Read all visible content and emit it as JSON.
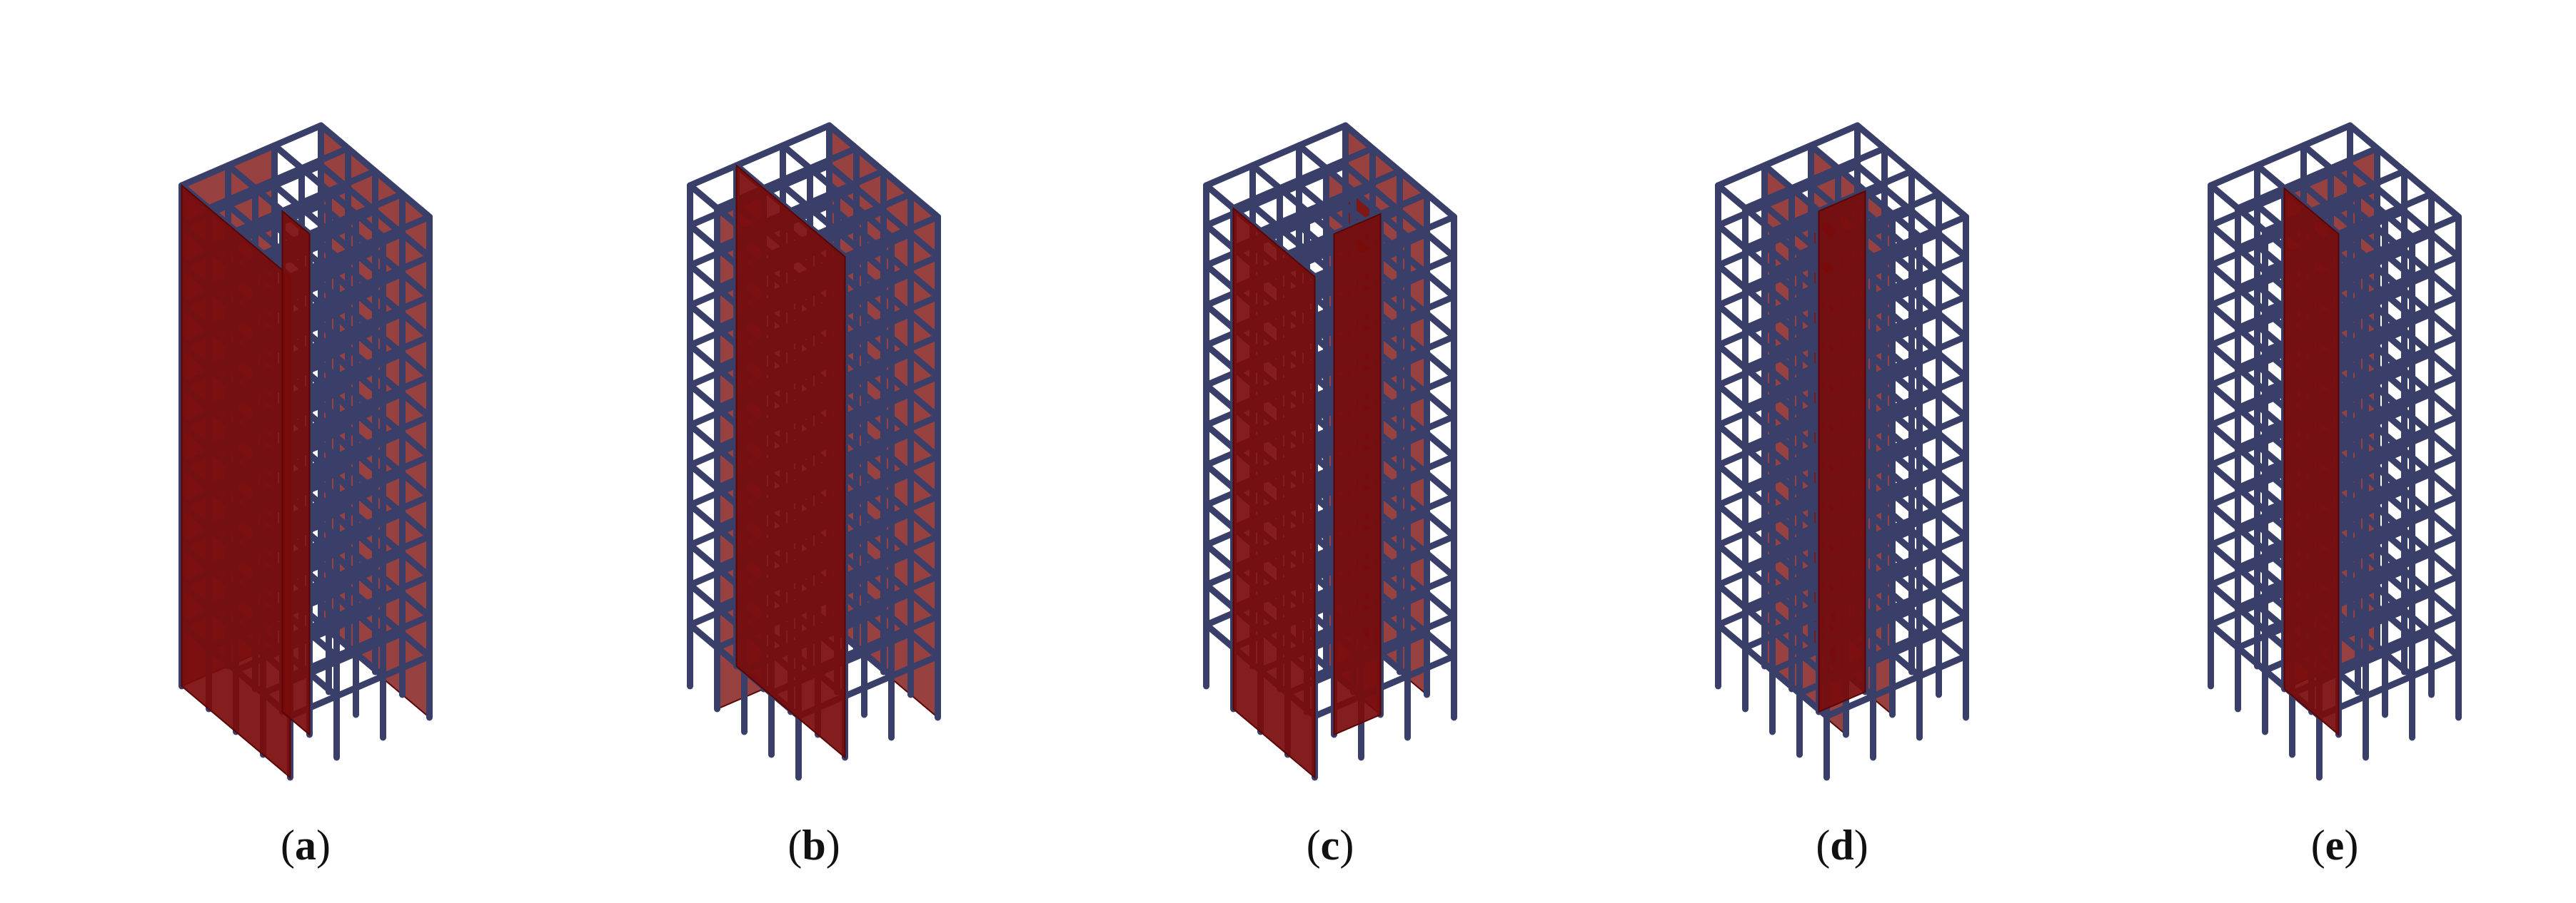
{
  "colors": {
    "frame": "#3a3f6a",
    "wall": "#7a0b0b",
    "background": "#ffffff"
  },
  "panels": [
    {
      "id": "a",
      "label": "a",
      "walls": [
        [
          0,
          0,
          2,
          0
        ],
        [
          3,
          0,
          3,
          4
        ],
        [
          0,
          4,
          0,
          0
        ],
        [
          1,
          3,
          1,
          2
        ]
      ]
    },
    {
      "id": "b",
      "label": "b",
      "walls": [
        [
          1,
          4,
          1,
          0
        ],
        [
          3,
          4,
          3,
          0
        ],
        [
          0,
          1,
          1,
          1
        ]
      ]
    },
    {
      "id": "c",
      "label": "c",
      "walls": [
        [
          0,
          4,
          0,
          1
        ],
        [
          3,
          3,
          3,
          0
        ],
        [
          1,
          3,
          2,
          3
        ],
        [
          2,
          3,
          2,
          1
        ]
      ]
    },
    {
      "id": "d",
      "label": "d",
      "walls": [
        [
          1,
          3,
          1,
          0
        ],
        [
          2,
          3,
          2,
          0
        ],
        [
          1,
          2,
          2,
          2
        ]
      ]
    },
    {
      "id": "e",
      "label": "e",
      "walls": [
        [
          1,
          3,
          1,
          1
        ],
        [
          1,
          1,
          3,
          1
        ]
      ]
    }
  ]
}
